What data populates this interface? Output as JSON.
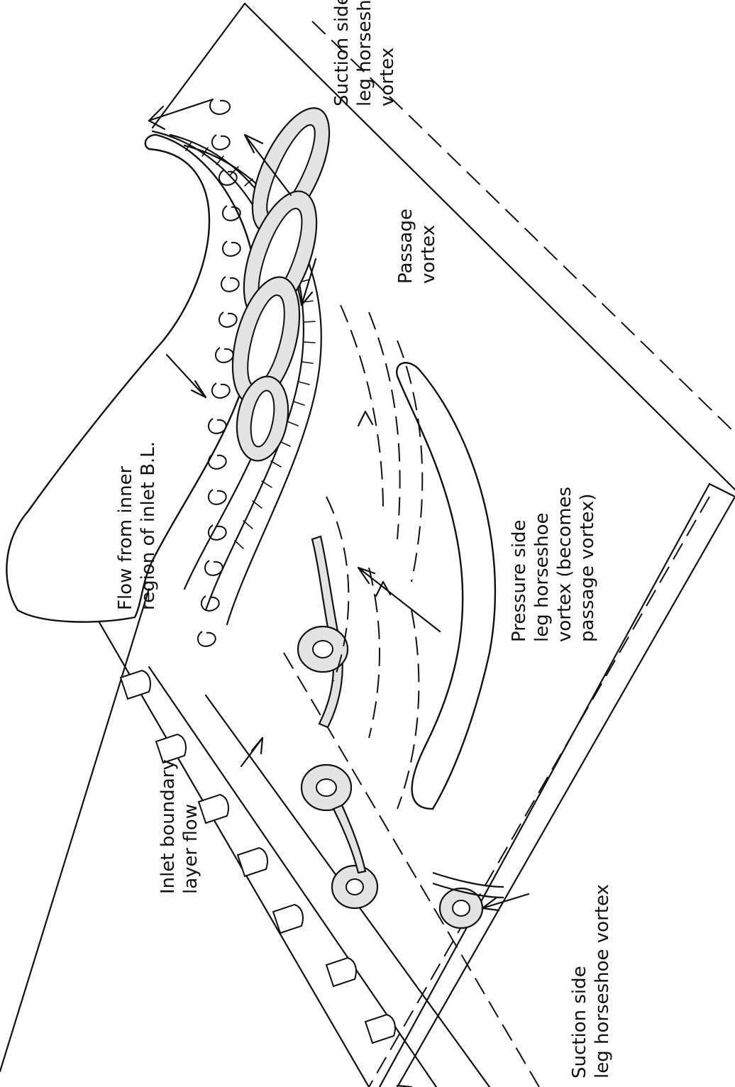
{
  "labels": {
    "suction_top": [
      "Suction side",
      "leg horseshoe",
      "vortex"
    ],
    "passage": [
      "Passage",
      "vortex"
    ],
    "flow_inner": [
      "Flow from inner",
      "region of inlet B.L."
    ],
    "pressure_side": [
      "Pressure side",
      "leg horseshoe",
      "vortex (becomes",
      "passage vortex)"
    ],
    "inlet_bl": [
      "Inlet boundary",
      "layer flow"
    ],
    "suction_bottom": [
      "Suction side",
      "leg horseshoe vortex"
    ]
  }
}
